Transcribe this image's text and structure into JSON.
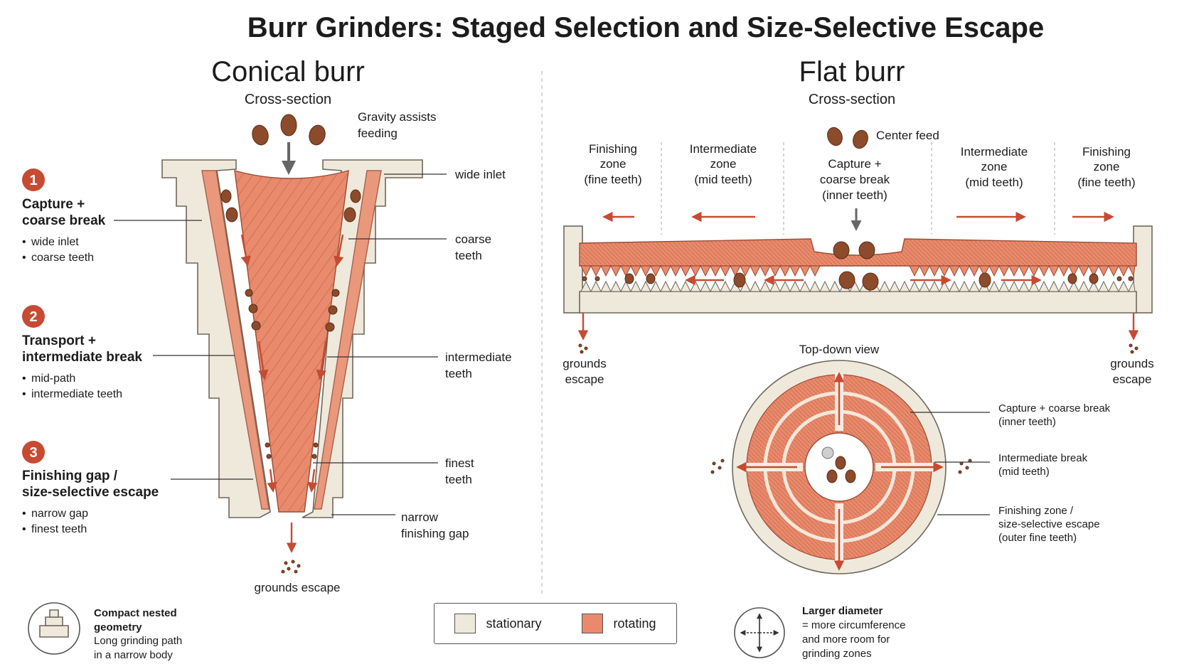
{
  "title": "Burr Grinders: Staged Selection and Size-Selective Escape",
  "conical": {
    "heading": "Conical burr",
    "view": "Cross-section",
    "gravity_line1": "Gravity assists",
    "gravity_line2": "feeding",
    "steps": [
      {
        "num": "1",
        "line1": "Capture +",
        "line2": "coarse break",
        "bullets": [
          "wide inlet",
          "coarse teeth"
        ]
      },
      {
        "num": "2",
        "line1": "Transport +",
        "line2": "intermediate break",
        "bullets": [
          "mid-path",
          "intermediate teeth"
        ]
      },
      {
        "num": "3",
        "line1": "Finishing gap /",
        "line2": "size-selective escape",
        "bullets": [
          "narrow gap",
          "finest teeth"
        ]
      }
    ],
    "callouts": {
      "wide_inlet": "wide inlet",
      "coarse_1": "coarse",
      "coarse_2": "teeth",
      "intermediate_1": "intermediate",
      "intermediate_2": "teeth",
      "finest_1": "finest",
      "finest_2": "teeth",
      "gap_1": "narrow",
      "gap_2": "finishing gap"
    },
    "grounds": "grounds escape",
    "note_title_1": "Compact nested",
    "note_title_2": "geometry",
    "note_body_1": "Long grinding path",
    "note_body_2": "in a narrow body"
  },
  "flat": {
    "heading": "Flat burr",
    "view": "Cross-section",
    "center_feed": "Center feed",
    "zones": {
      "finishing_left": [
        "Finishing",
        "zone",
        "(fine teeth)"
      ],
      "intermediate_left": [
        "Intermediate",
        "zone",
        "(mid teeth)"
      ],
      "center": [
        "Capture +",
        "coarse break",
        "(inner teeth)"
      ],
      "intermediate_right": [
        "Intermediate",
        "zone",
        "(mid teeth)"
      ],
      "finishing_right": [
        "Finishing",
        "zone",
        "(fine teeth)"
      ]
    },
    "grounds_1": "grounds",
    "grounds_2": "escape",
    "topdown_title": "Top-down view",
    "topdown_labels": {
      "capture_1": "Capture + coarse break",
      "capture_2": "(inner teeth)",
      "inter_1": "Intermediate break",
      "inter_2": "(mid teeth)",
      "finish_1": "Finishing zone /",
      "finish_2": "size-selective escape",
      "finish_3": "(outer fine teeth)"
    },
    "note_title": "Larger diameter",
    "note_body_1": "= more circumference",
    "note_body_2": "and more room for",
    "note_body_3": "grinding zones"
  },
  "legend": {
    "stationary": "stationary",
    "rotating": "rotating",
    "stationary_color": "#efe9dc",
    "rotating_color": "#e98a6c"
  },
  "colors": {
    "accent_red": "#c74a32",
    "bean": "#8c4b2b",
    "number_badge": "#c74a32"
  }
}
